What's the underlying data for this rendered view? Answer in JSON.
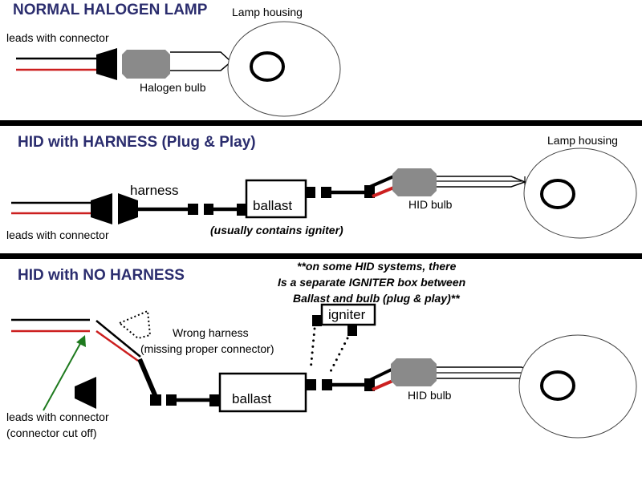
{
  "sections": {
    "normal": {
      "title": "NORMAL HALOGEN LAMP",
      "leads_label": "leads with connector",
      "bulb_label": "Halogen bulb",
      "housing_label": "Lamp housing"
    },
    "harness": {
      "title": "HID with HARNESS (Plug & Play)",
      "leads_label": "leads with connector",
      "harness_label": "harness",
      "ballast_label": "ballast",
      "ballast_note": "(usually contains igniter)",
      "bulb_label": "HID bulb",
      "housing_label": "Lamp housing"
    },
    "no_harness": {
      "title": "HID with NO HARNESS",
      "note_line1": "**on some HID systems, there",
      "note_line2": "Is a separate IGNITER box between",
      "note_line3": "Ballast and bulb (plug & play)**",
      "igniter_label": "igniter",
      "wrong_harness_line1": "Wrong harness",
      "wrong_harness_line2": "(missing proper connector)",
      "ballast_label": "ballast",
      "bulb_label": "HID bulb",
      "leads_line1": "leads with connector",
      "leads_line2": "(connector cut off)"
    }
  },
  "colors": {
    "title": "#2b2d6e",
    "wire_positive": "#cc1f1f",
    "wire_negative": "#000000",
    "bulb_base": "#8a8a8a",
    "arrow": "#1e7a1e"
  }
}
